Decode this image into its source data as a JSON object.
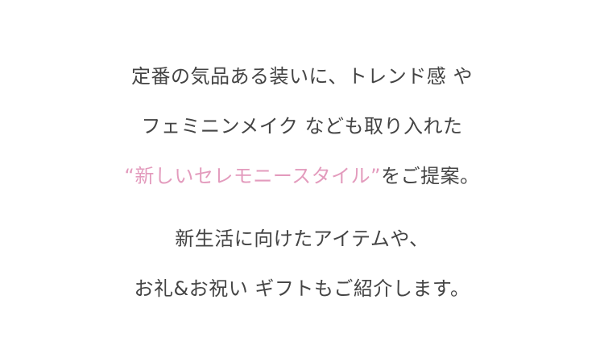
{
  "colors": {
    "text": "#444444",
    "accent": "#e39bbd"
  },
  "lines": [
    {
      "text": "定番の気品ある装いに、トレンド感 や"
    },
    {
      "text": "フェミニンメイク なども取り入れた"
    },
    {
      "highlight": "“新しいセレモニースタイル”",
      "text": "をご提案。"
    },
    {
      "text": "新生活に向けたアイテムや、"
    },
    {
      "text": "お礼&お祝い ギフトもご紹介します。"
    }
  ]
}
